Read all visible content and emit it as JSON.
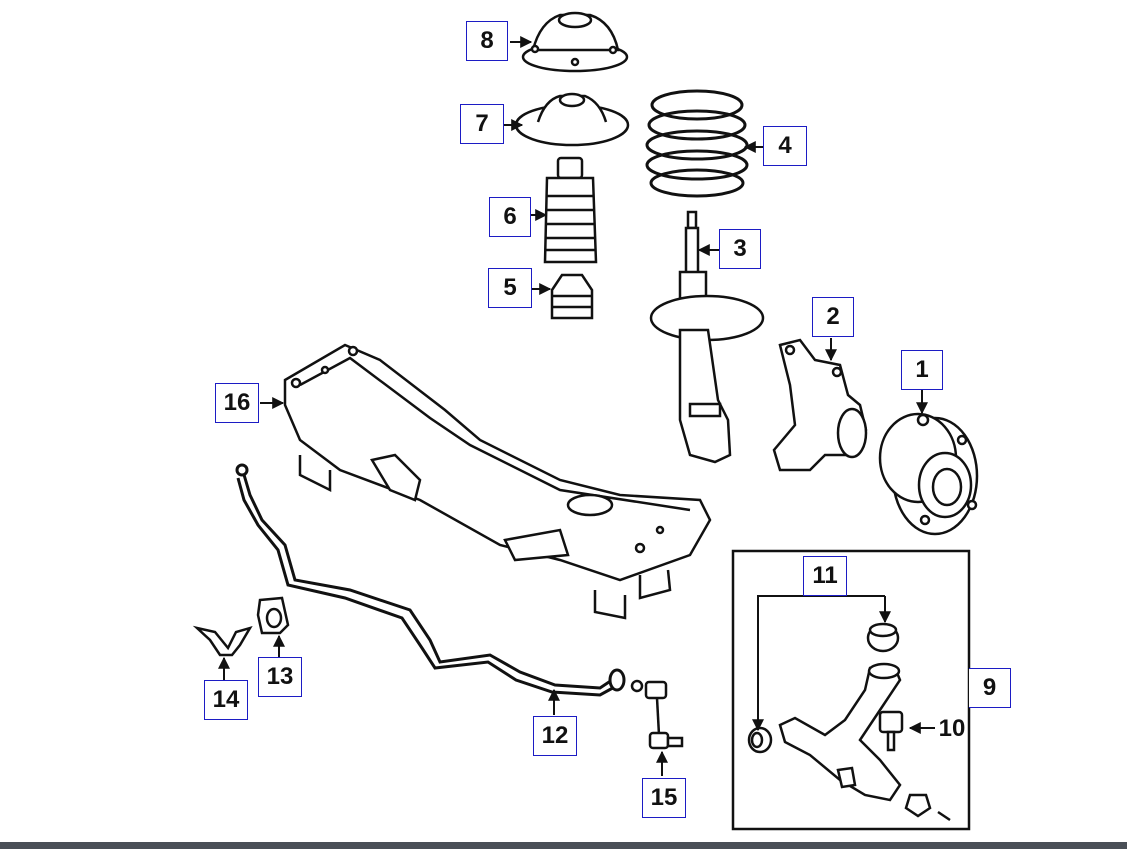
{
  "callouts": {
    "c1": "1",
    "c2": "2",
    "c3": "3",
    "c4": "4",
    "c5": "5",
    "c6": "6",
    "c7": "7",
    "c8": "8",
    "c9": "9",
    "c10": "10",
    "c11": "11",
    "c12": "12",
    "c13": "13",
    "c14": "14",
    "c15": "15",
    "c16": "16"
  },
  "colors": {
    "line": "#111111",
    "callout_border": "#1c1cc4",
    "bottom_bar": "#4a4f57"
  }
}
